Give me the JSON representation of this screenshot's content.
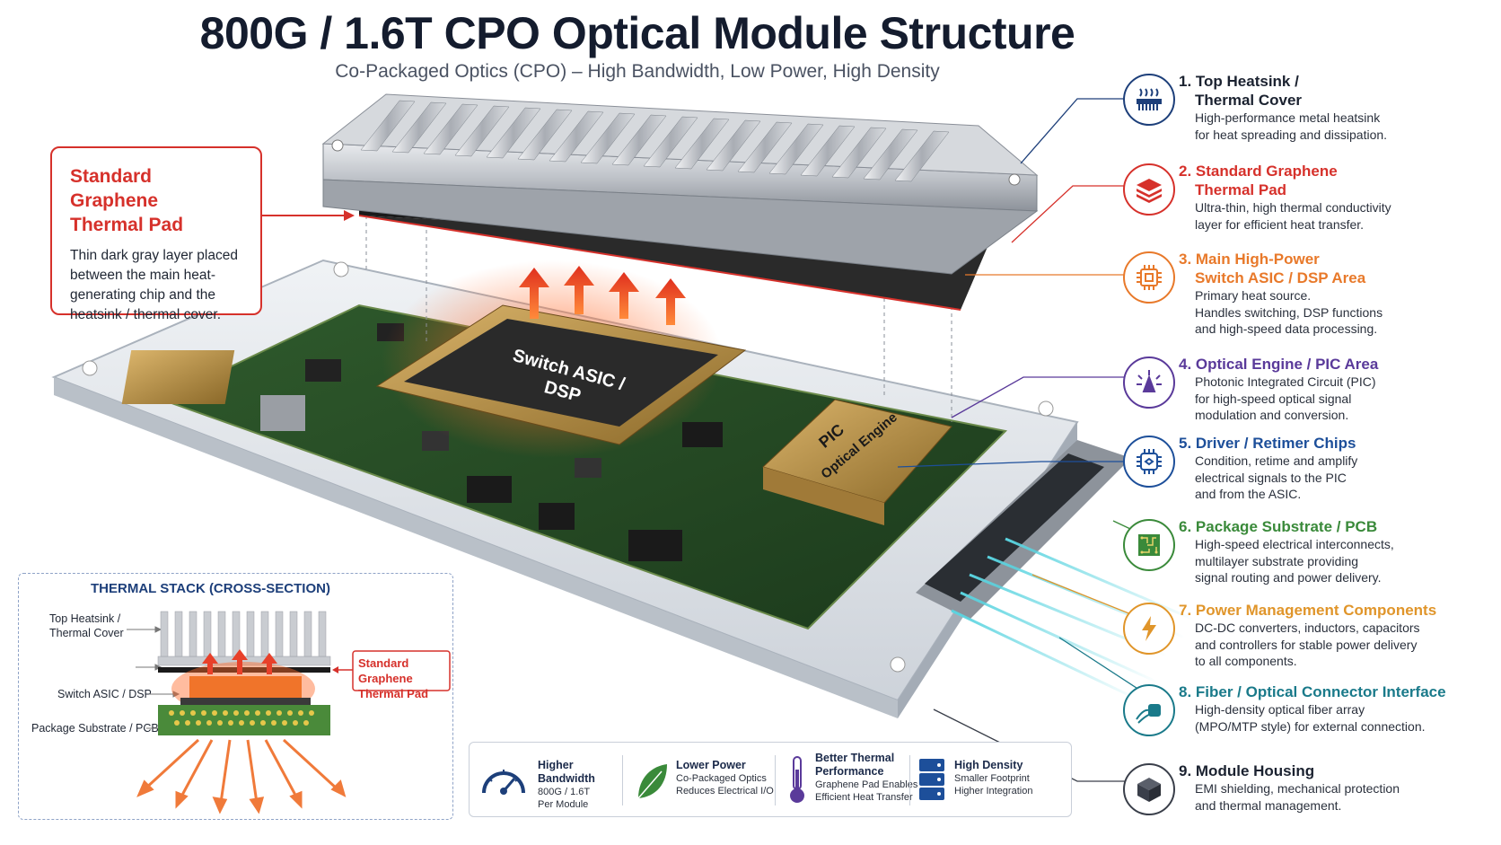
{
  "header": {
    "title": "800G / 1.6T CPO Optical Module Structure",
    "subtitle": "Co-Packaged Optics (CPO) – High Bandwidth, Low Power, High Density"
  },
  "callout": {
    "title_line1": "Standard Graphene",
    "title_line2": "Thermal Pad",
    "text_line1": "Thin dark gray layer placed",
    "text_line2": "between the main heat-",
    "text_line3": "generating chip and the",
    "text_line4": "heatsink / thermal cover."
  },
  "chip_labels": {
    "asic_line1": "Switch ASIC /",
    "asic_line2": "DSP",
    "pic_line1": "PIC",
    "pic_line2": "Optical Engine"
  },
  "legend": [
    {
      "t1": "1. Top Heatsink /",
      "t2": "Thermal Cover",
      "d": [
        "High-performance metal heatsink",
        "for heat spreading and dissipation."
      ],
      "color": "#1d3f7a",
      "icon": "heatsink-icon"
    },
    {
      "t1": "2. Standard Graphene",
      "t2": "Thermal Pad",
      "d": [
        "Ultra-thin, high thermal conductivity",
        "layer for efficient heat transfer."
      ],
      "color": "#d6312b",
      "icon": "layers-icon"
    },
    {
      "t1": "3. Main High-Power",
      "t2": "Switch ASIC / DSP Area",
      "d": [
        "Primary heat source.",
        "Handles switching, DSP functions",
        "and high-speed data processing."
      ],
      "color": "#e8792a",
      "icon": "chip-icon"
    },
    {
      "t1": "4. Optical Engine / PIC Area",
      "t2": "",
      "d": [
        "Photonic Integrated Circuit (PIC)",
        "for high-speed optical signal",
        "modulation and conversion."
      ],
      "color": "#5a3a9a",
      "icon": "light-beam-icon"
    },
    {
      "t1": "5. Driver / Retimer Chips",
      "t2": "",
      "d": [
        "Condition, retime and amplify",
        "electrical signals to the PIC",
        "and from the ASIC."
      ],
      "color": "#1d4f9a",
      "icon": "processor-icon"
    },
    {
      "t1": "6. Package Substrate / PCB",
      "t2": "",
      "d": [
        "High-speed electrical interconnects,",
        "multilayer substrate providing",
        "signal routing and power delivery."
      ],
      "color": "#3a8a3a",
      "icon": "circuit-board-icon"
    },
    {
      "t1": "7. Power Management Components",
      "t2": "",
      "d": [
        "DC-DC converters, inductors, capacitors",
        "and controllers for stable power delivery",
        "to all components."
      ],
      "color": "#e0952a",
      "icon": "lightning-icon"
    },
    {
      "t1": "8. Fiber / Optical Connector Interface",
      "t2": "",
      "d": [
        "High-density optical fiber array",
        "(MPO/MTP style) for external connection."
      ],
      "color": "#1a7a8a",
      "icon": "fiber-connector-icon"
    },
    {
      "t1": "9. Module Housing",
      "t2": "",
      "d": [
        "EMI shielding, mechanical protection",
        "and thermal management."
      ],
      "color": "#3a3f4a",
      "icon": "cube-icon"
    }
  ],
  "cross_section": {
    "title": "THERMAL STACK (CROSS-SECTION)",
    "label_heatsink_1": "Top Heatsink /",
    "label_heatsink_2": "Thermal Cover",
    "label_asic": "Switch ASIC / DSP",
    "label_pcb": "Package Substrate / PCB",
    "pad_label_1": "Standard Graphene",
    "pad_label_2": "Thermal Pad"
  },
  "benefits": [
    {
      "title": "Higher Bandwidth",
      "lines": [
        "800G / 1.6T",
        "Per Module"
      ],
      "icon": "speedometer-icon"
    },
    {
      "title": "Lower Power",
      "lines": [
        "Co-Packaged Optics",
        "Reduces Electrical I/O"
      ],
      "icon": "leaf-icon"
    },
    {
      "title": "Better Thermal",
      "title2": "Performance",
      "lines": [
        "Graphene Pad Enables",
        "Efficient Heat Transfer"
      ],
      "icon": "thermometer-icon"
    },
    {
      "title": "High Density",
      "lines": [
        "Smaller Footprint",
        "Higher Integration"
      ],
      "icon": "server-stack-icon"
    }
  ]
}
